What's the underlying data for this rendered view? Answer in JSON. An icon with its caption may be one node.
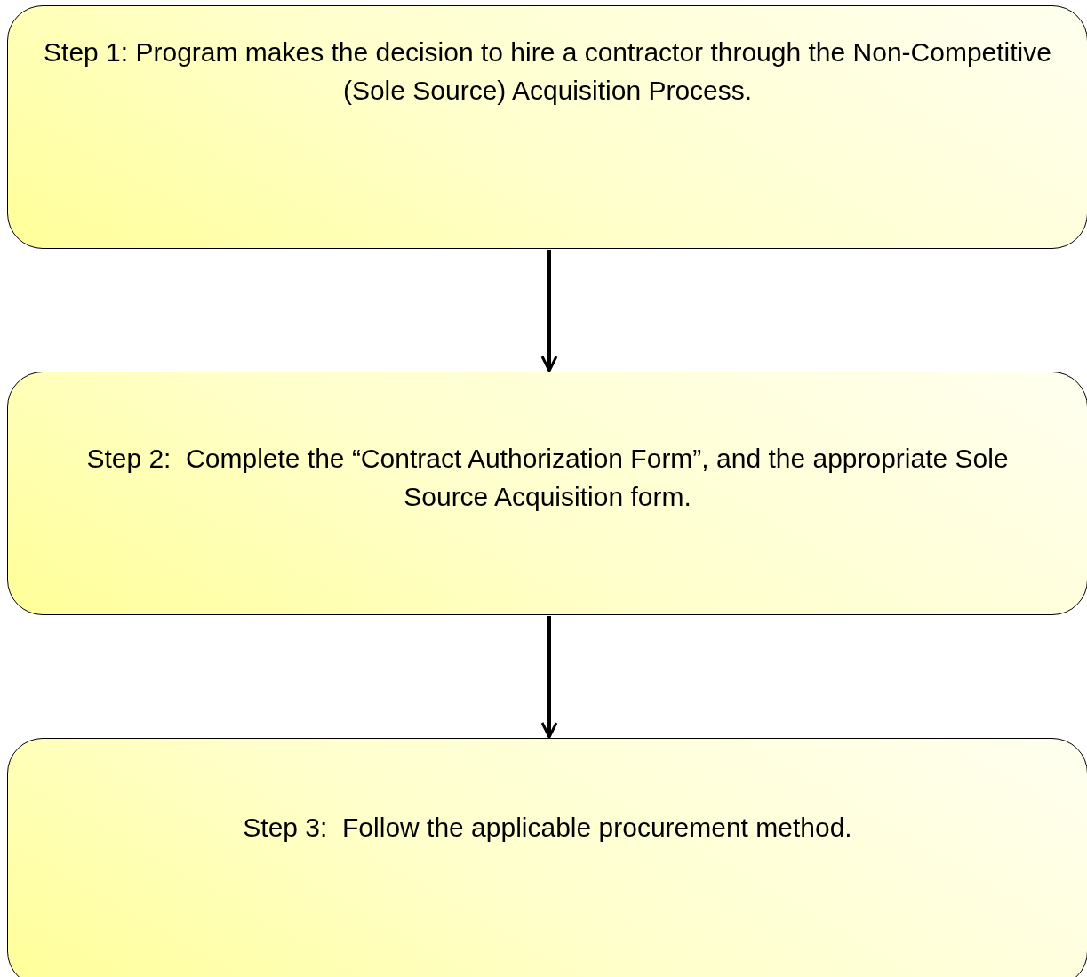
{
  "diagram": {
    "nodes": [
      {
        "text": [
          "Step 1: Program makes the decision to hire a contractor through the Non-Competitive (Sole Source) Acquisition Process."
        ]
      },
      {
        "text": [
          "Step 2:  Complete the “Contract Authorization Form”, and the appropriate Sole Source Acquisition form."
        ]
      },
      {
        "text": [
          "Step 3:  Follow the applicable procurement method."
        ]
      }
    ],
    "edges": [
      {
        "from": 0,
        "to": 1,
        "arrow": "to"
      },
      {
        "from": 1,
        "to": 2,
        "arrow": "to"
      }
    ]
  }
}
